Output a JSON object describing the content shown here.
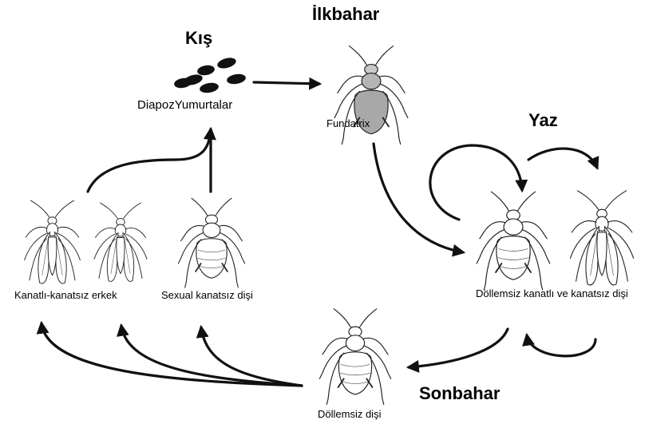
{
  "seasons": {
    "winter": "Kış",
    "spring": "İlkbahar",
    "summer": "Yaz",
    "autumn": "Sonbahar"
  },
  "stages": {
    "eggs": "DiapozYumurtalar",
    "fundatrix": "Fundatrix",
    "parthenogenetic_summer": "Döllemsiz kanatlı ve kanatsız dişi",
    "parthenogenetic_autumn": "Döllemsiz dişi",
    "sexual_female": "Sexual kanatsız dişi",
    "males": "Kanatlı-kanatsız erkek"
  },
  "colors": {
    "ink": "#111111",
    "fundatrix_fill": "#a8a8a8",
    "egg": "#111111"
  },
  "icons": {
    "aphid": "aphid-icon",
    "winged_aphid": "winged-aphid-icon",
    "eggs": "egg-cluster-icon"
  }
}
